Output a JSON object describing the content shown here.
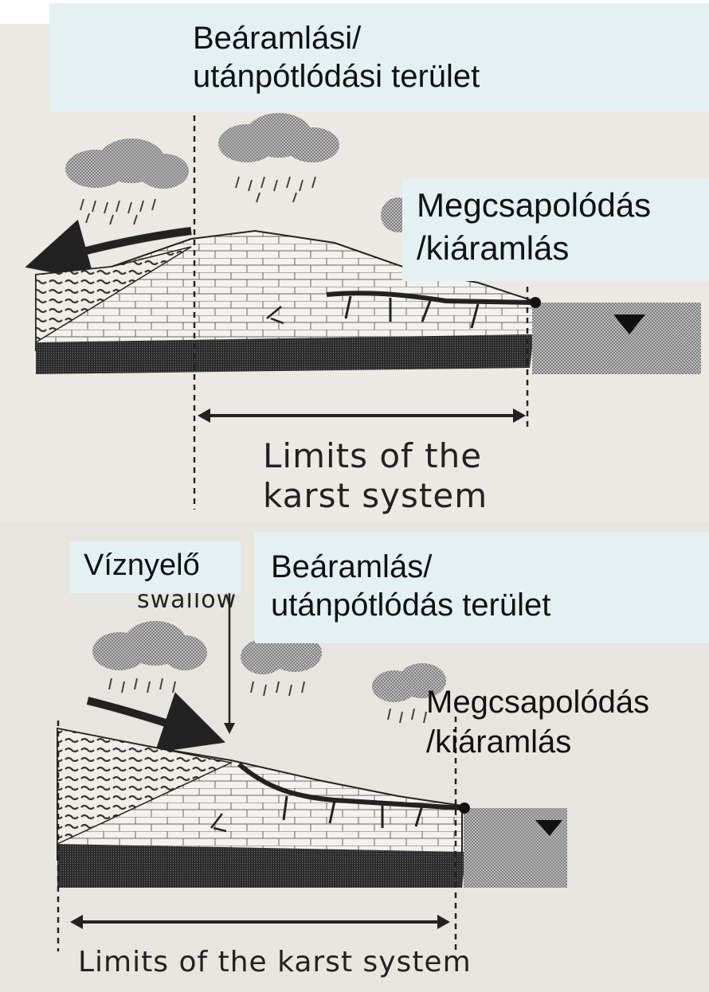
{
  "top_panel": {
    "recharge_label_line1": "Beáramlási/",
    "recharge_label_line2": "utánpótlódási  terület",
    "discharge_label_line1": "Megcsapolódás",
    "discharge_label_line2": "/kiáramlás",
    "limits_line1": "Limits of the",
    "limits_line2": "karst system"
  },
  "bottom_panel": {
    "swallow_label": "Víznyelő",
    "swallow_english_partial": "swallow",
    "recharge_label_line1": "Beáramlás/",
    "recharge_label_line2": "utánpótlódás  terület",
    "discharge_label_line1": "Megcsapolódás",
    "discharge_label_line2": "/kiáramlás",
    "limits": "Limits of the karst system"
  }
}
